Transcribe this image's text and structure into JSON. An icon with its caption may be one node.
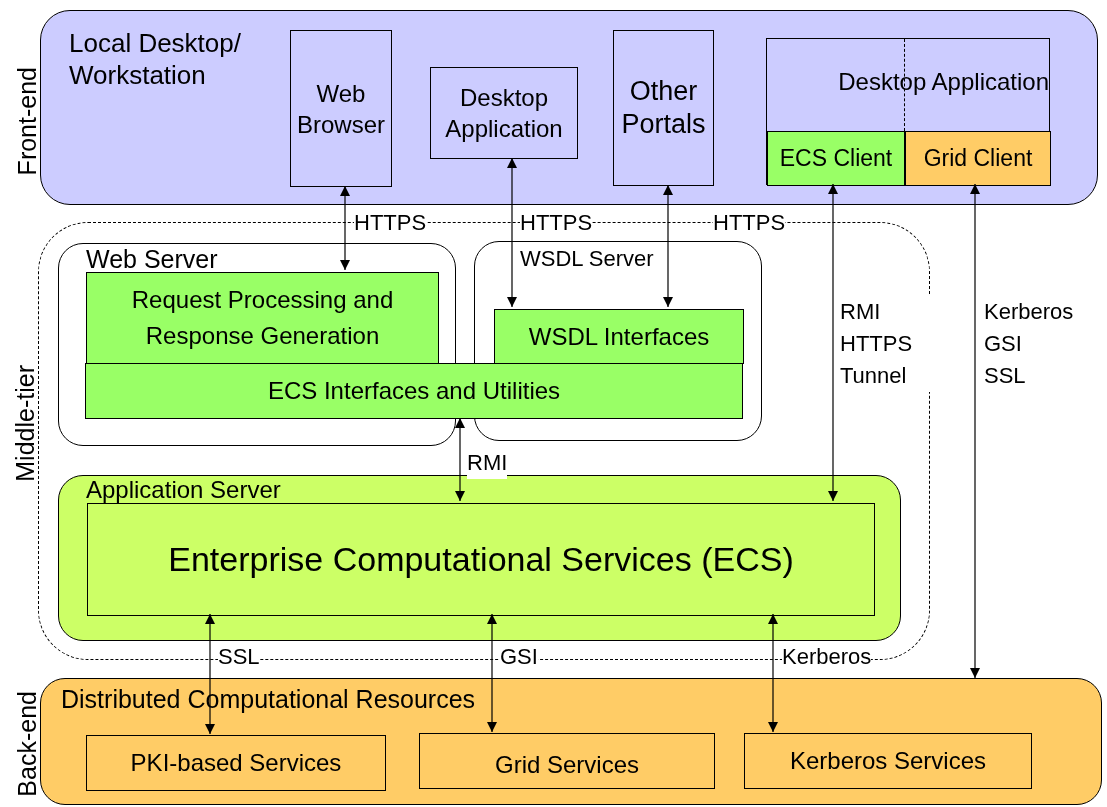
{
  "diagram": {
    "nodes": [
      {
        "text": [
          "Front-end",
          "Local Desktop/ Workstation"
        ]
      },
      {
        "text": [
          "Web Browser"
        ],
        "in": 0
      },
      {
        "text": [
          "Desktop Application"
        ],
        "in": 0
      },
      {
        "text": [
          "Other Portals"
        ],
        "in": 0
      },
      {
        "text": [
          "Desktop Application"
        ],
        "in": 0
      },
      {
        "text": [
          "ECS Client"
        ],
        "in": 4
      },
      {
        "text": [
          "Grid Client"
        ],
        "in": 4
      },
      {
        "text": [
          "Middle-tier"
        ]
      },
      {
        "text": [
          "Web Server"
        ],
        "in": 7
      },
      {
        "text": [
          "Request Processing and Response Generation"
        ],
        "in": 8
      },
      {
        "text": [
          "WSDL Server"
        ],
        "in": 7
      },
      {
        "text": [
          "WSDL Interfaces"
        ],
        "in": 10
      },
      {
        "text": [
          "ECS Interfaces and Utilities"
        ],
        "in": 7
      },
      {
        "text": [
          "Application Server"
        ],
        "in": 7
      },
      {
        "text": [
          "Enterprise Computational Services (ECS)"
        ],
        "in": 13
      },
      {
        "text": [
          "Back-end",
          "Distributed Computational Resources"
        ]
      },
      {
        "text": [
          "PKI-based Services"
        ],
        "in": 15
      },
      {
        "text": [
          "Grid Services"
        ],
        "in": 15
      },
      {
        "text": [
          "Kerberos Services"
        ],
        "in": 15
      }
    ],
    "edges": [
      {
        "from": 1,
        "to": 9,
        "arrow": "both",
        "label": "HTTPS"
      },
      {
        "from": 2,
        "to": 11,
        "arrow": "both",
        "label": "HTTPS"
      },
      {
        "from": 3,
        "to": 11,
        "arrow": "both",
        "label": "HTTPS"
      },
      {
        "from": 5,
        "to": 14,
        "arrow": "both",
        "label": "RMI HTTPS Tunnel"
      },
      {
        "from": 6,
        "to": 15,
        "arrow": "both",
        "label": "Kerberos GSI SSL"
      },
      {
        "from": 12,
        "to": 14,
        "arrow": "both",
        "label": "RMI"
      },
      {
        "from": 14,
        "to": 16,
        "arrow": "both",
        "label": "SSL"
      },
      {
        "from": 14,
        "to": 17,
        "arrow": "both",
        "label": "GSI"
      },
      {
        "from": 14,
        "to": 18,
        "arrow": "both",
        "label": "Kerberos"
      }
    ]
  }
}
